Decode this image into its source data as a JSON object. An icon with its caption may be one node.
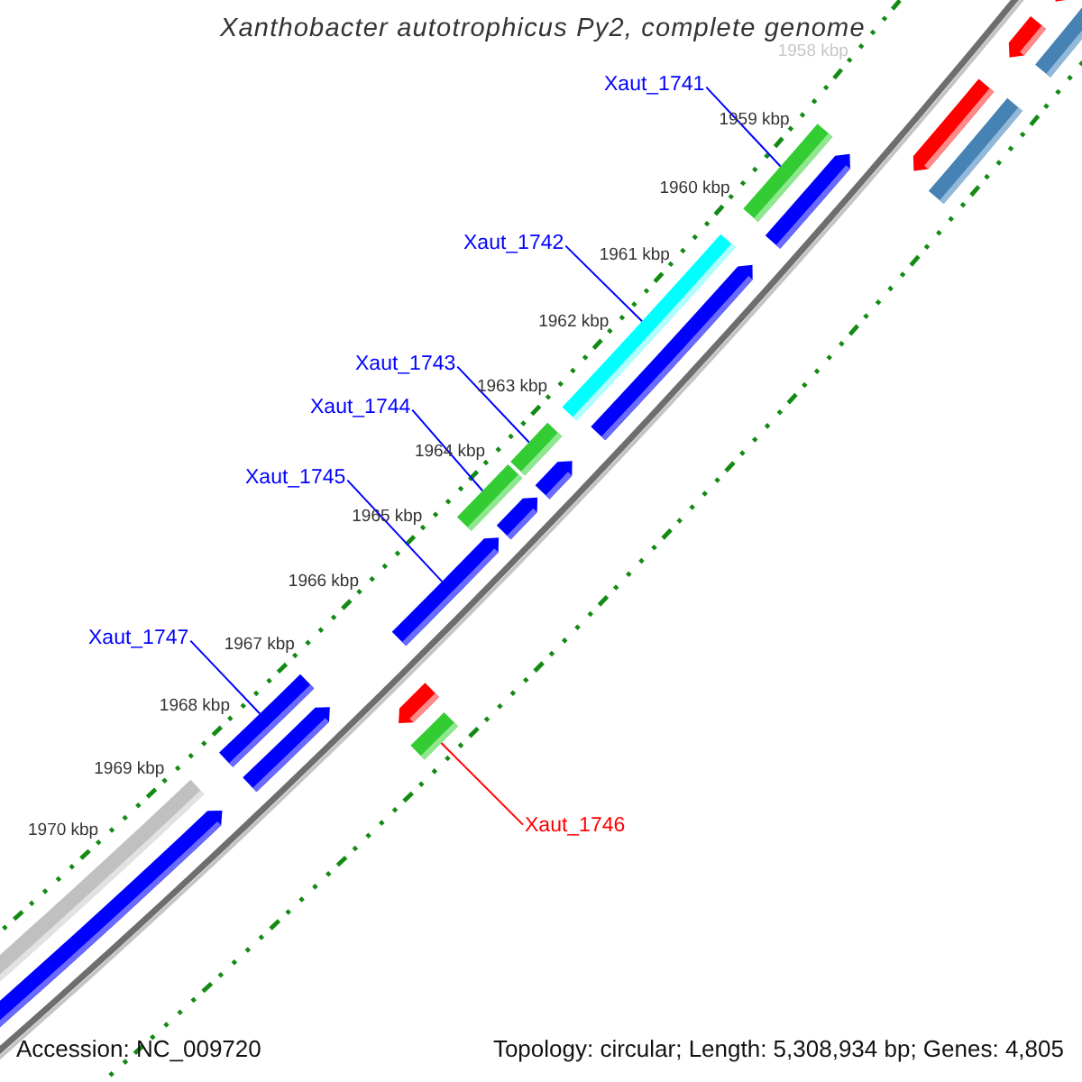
{
  "diagram": {
    "title": "Xanthobacter autotrophicus Py2, complete genome",
    "nodes": [
      {
        "text": [
          "Xaut_1741"
        ]
      },
      {
        "text": [
          "Xaut_1742"
        ]
      },
      {
        "text": [
          "Xaut_1743"
        ]
      },
      {
        "text": [
          "Xaut_1744"
        ]
      },
      {
        "text": [
          "Xaut_1745"
        ]
      },
      {
        "text": [
          "Xaut_1747"
        ]
      },
      {
        "text": [
          "Xaut_1746"
        ]
      },
      {
        "text": [],
        "shape": "arrow"
      },
      {
        "text": [],
        "shape": "arrow"
      },
      {
        "text": [],
        "shape": "box"
      },
      {
        "text": [],
        "shape": "arrow"
      },
      {
        "text": [],
        "shape": "box"
      },
      {
        "text": [],
        "shape": "box"
      },
      {
        "text": [],
        "shape": "arrow"
      },
      {
        "text": [],
        "shape": "box"
      },
      {
        "text": [],
        "shape": "arrow"
      },
      {
        "text": [],
        "shape": "box"
      },
      {
        "text": [],
        "shape": "arrow"
      },
      {
        "text": [],
        "shape": "box"
      },
      {
        "text": [],
        "shape": "arrow"
      },
      {
        "text": [],
        "shape": "arrow"
      },
      {
        "text": [],
        "shape": "arrow"
      },
      {
        "text": [],
        "shape": "box"
      },
      {
        "text": [],
        "shape": "box"
      },
      {
        "text": [],
        "shape": "arrow"
      },
      {
        "text": [],
        "shape": "arrow"
      },
      {
        "text": [],
        "shape": "box"
      }
    ],
    "edges": [
      {
        "from": 0,
        "to": 12,
        "arrow": "none"
      },
      {
        "from": 1,
        "to": 14,
        "arrow": "none"
      },
      {
        "from": 2,
        "to": 16,
        "arrow": "none"
      },
      {
        "from": 3,
        "to": 18,
        "arrow": "none"
      },
      {
        "from": 4,
        "to": 20,
        "arrow": "none"
      },
      {
        "from": 5,
        "to": 23,
        "arrow": "none"
      },
      {
        "from": 6,
        "to": 22,
        "arrow": "none",
        "color": "#ff0000"
      }
    ],
    "labels": [
      "1958 kbp",
      "1959 kbp",
      "1960 kbp",
      "1961 kbp",
      "1962 kbp",
      "1963 kbp",
      "1964 kbp",
      "1965 kbp",
      "1966 kbp",
      "1967 kbp",
      "1968 kbp",
      "1969 kbp",
      "1970 kbp",
      "Accession: NC_009720",
      "Topology: circular; Length: 5,308,934 bp; Genes: 4,805"
    ]
  }
}
